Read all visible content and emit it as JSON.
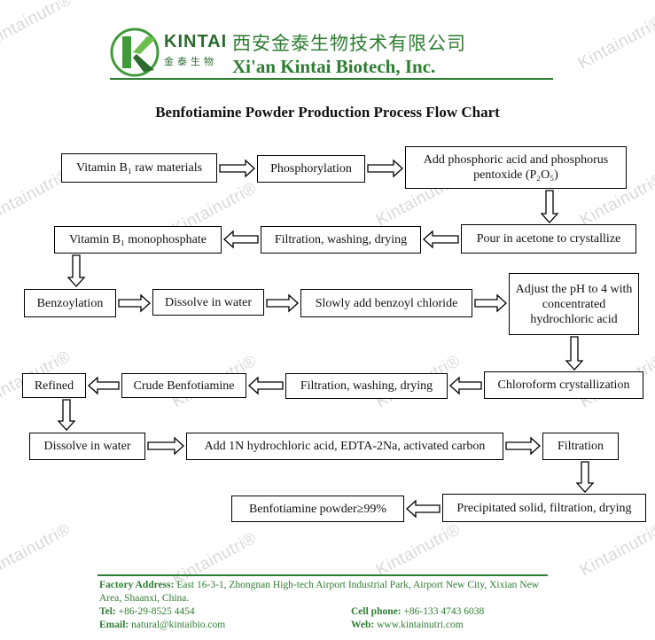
{
  "header": {
    "logo_text": "KINTAI",
    "logo_cn": "金泰生物",
    "company_cn": "西安金泰生物技术有限公司",
    "company_en": "Xi'an Kintai Biotech, Inc."
  },
  "title": "Benfotiamine Powder Production Process Flow Chart",
  "watermark": "Kintainutri®",
  "steps": {
    "s1": "Vitamin B₁ raw materials",
    "s2": "Phosphorylation",
    "s3": "Add phosphoric acid and phosphorus pentoxide (P₂O₅)",
    "s4": "Pour in acetone to crystallize",
    "s5": "Filtration, washing, drying",
    "s6": "Vitamin B₁ monophosphate",
    "s7": "Benzoylation",
    "s8": "Dissolve in water",
    "s9": "Slowly add benzoyl chloride",
    "s10": "Adjust the pH to 4 with concentrated hydrochloric acid",
    "s11": "Chloroform crystallization",
    "s12": "Filtration, washing, drying",
    "s13": "Crude Benfotiamine",
    "s14": "Refined",
    "s15": "Dissolve in water",
    "s16": "Add 1N hydrochloric acid, EDTA-2Na, activated carbon",
    "s17": "Filtration",
    "s18": "Precipitated solid, filtration, drying",
    "s19": "Benfotiamine powder≥99%"
  },
  "footer": {
    "address_label": "Factory Address:",
    "address": "East 16-3-1, Zhongnan High-tech Airport Industrial Park, Airport New City, Xixian New Area, Shaanxi, China.",
    "tel_label": "Tel:",
    "tel": "+86-29-8525 4454",
    "cell_label": "Cell phone:",
    "cell": "+86-133 4743 6038",
    "email_label": "Email:",
    "email": "natural@kintaibio.com",
    "web_label": "Web:",
    "web": "www.kintainutri.com"
  },
  "colors": {
    "brand_green": "#2e7d32",
    "logo_green": "#3f9a3a",
    "watermark": "#d9d9d9"
  }
}
